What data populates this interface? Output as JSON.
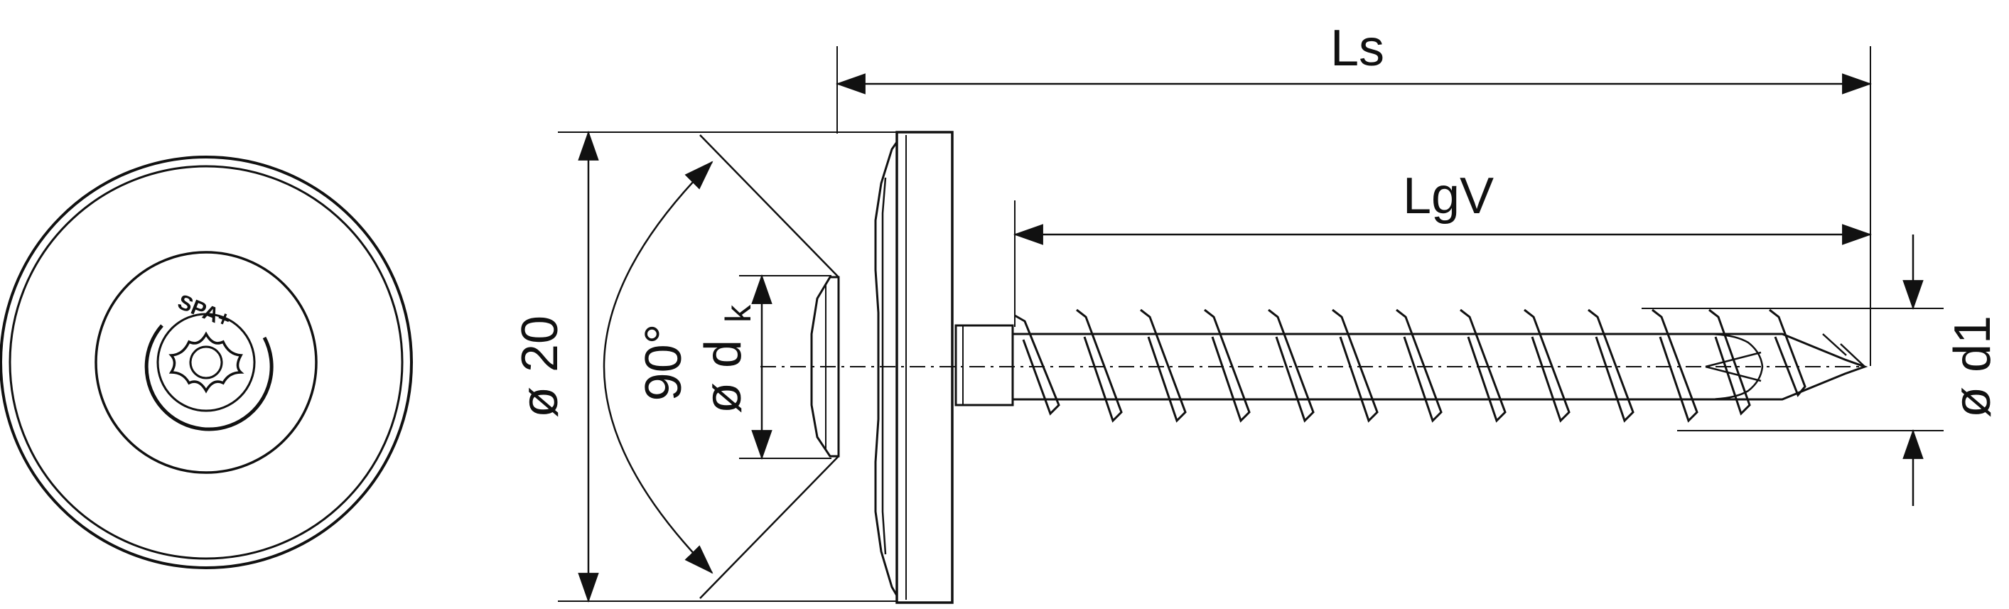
{
  "labels": {
    "overall_length": "Ls",
    "thread_length": "LgV",
    "washer_diameter": "ø 20",
    "angle": "90°",
    "head_diameter": "ø d",
    "head_diameter_subscript": "k",
    "thread_diameter": "ø d1",
    "brand_mark": "SPA+"
  },
  "colors": {
    "line": "#111111",
    "background": "#ffffff"
  }
}
